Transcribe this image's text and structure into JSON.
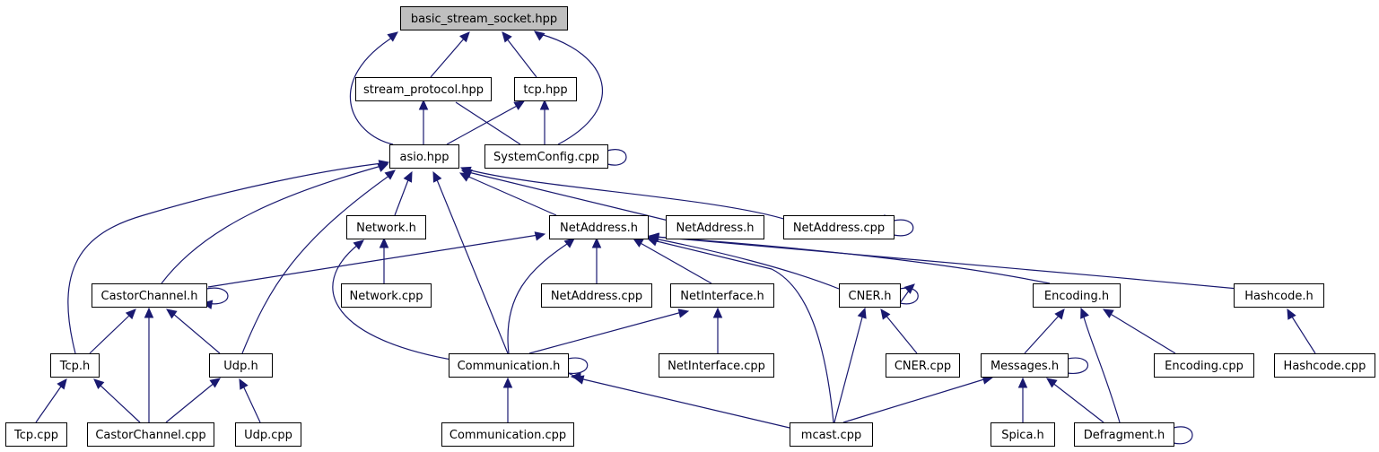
{
  "graph": {
    "root": "basic_stream_socket.hpp",
    "nodes": [
      {
        "id": "basic_stream_socket",
        "label": "basic_stream_socket.hpp",
        "root": true
      },
      {
        "id": "stream_protocol",
        "label": "stream_protocol.hpp"
      },
      {
        "id": "tcp_hpp",
        "label": "tcp.hpp"
      },
      {
        "id": "asio",
        "label": "asio.hpp"
      },
      {
        "id": "systemconfig",
        "label": "SystemConfig.cpp"
      },
      {
        "id": "network_h",
        "label": "Network.h"
      },
      {
        "id": "netaddress_h",
        "label": "NetAddress.h"
      },
      {
        "id": "netaddress_h2",
        "label": "NetAddress.h"
      },
      {
        "id": "netaddress_cpp_top",
        "label": "NetAddress.cpp"
      },
      {
        "id": "castorchannel_h",
        "label": "CastorChannel.h"
      },
      {
        "id": "network_cpp",
        "label": "Network.cpp"
      },
      {
        "id": "netaddress_cpp",
        "label": "NetAddress.cpp"
      },
      {
        "id": "netinterface_h",
        "label": "NetInterface.h"
      },
      {
        "id": "cner_h",
        "label": "CNER.h"
      },
      {
        "id": "encoding_h",
        "label": "Encoding.h"
      },
      {
        "id": "hashcode_h",
        "label": "Hashcode.h"
      },
      {
        "id": "tcp_h",
        "label": "Tcp.h"
      },
      {
        "id": "udp_h",
        "label": "Udp.h"
      },
      {
        "id": "communication_h",
        "label": "Communication.h"
      },
      {
        "id": "netinterface_cpp",
        "label": "NetInterface.cpp"
      },
      {
        "id": "cner_cpp",
        "label": "CNER.cpp"
      },
      {
        "id": "messages_h",
        "label": "Messages.h"
      },
      {
        "id": "encoding_cpp",
        "label": "Encoding.cpp"
      },
      {
        "id": "hashcode_cpp",
        "label": "Hashcode.cpp"
      },
      {
        "id": "tcp_cpp",
        "label": "Tcp.cpp"
      },
      {
        "id": "castorchannel_cpp",
        "label": "CastorChannel.cpp"
      },
      {
        "id": "udp_cpp",
        "label": "Udp.cpp"
      },
      {
        "id": "communication_cpp",
        "label": "Communication.cpp"
      },
      {
        "id": "mcast_cpp",
        "label": "mcast.cpp"
      },
      {
        "id": "spica_h",
        "label": "Spica.h"
      },
      {
        "id": "defragment_h",
        "label": "Defragment.h"
      }
    ]
  }
}
